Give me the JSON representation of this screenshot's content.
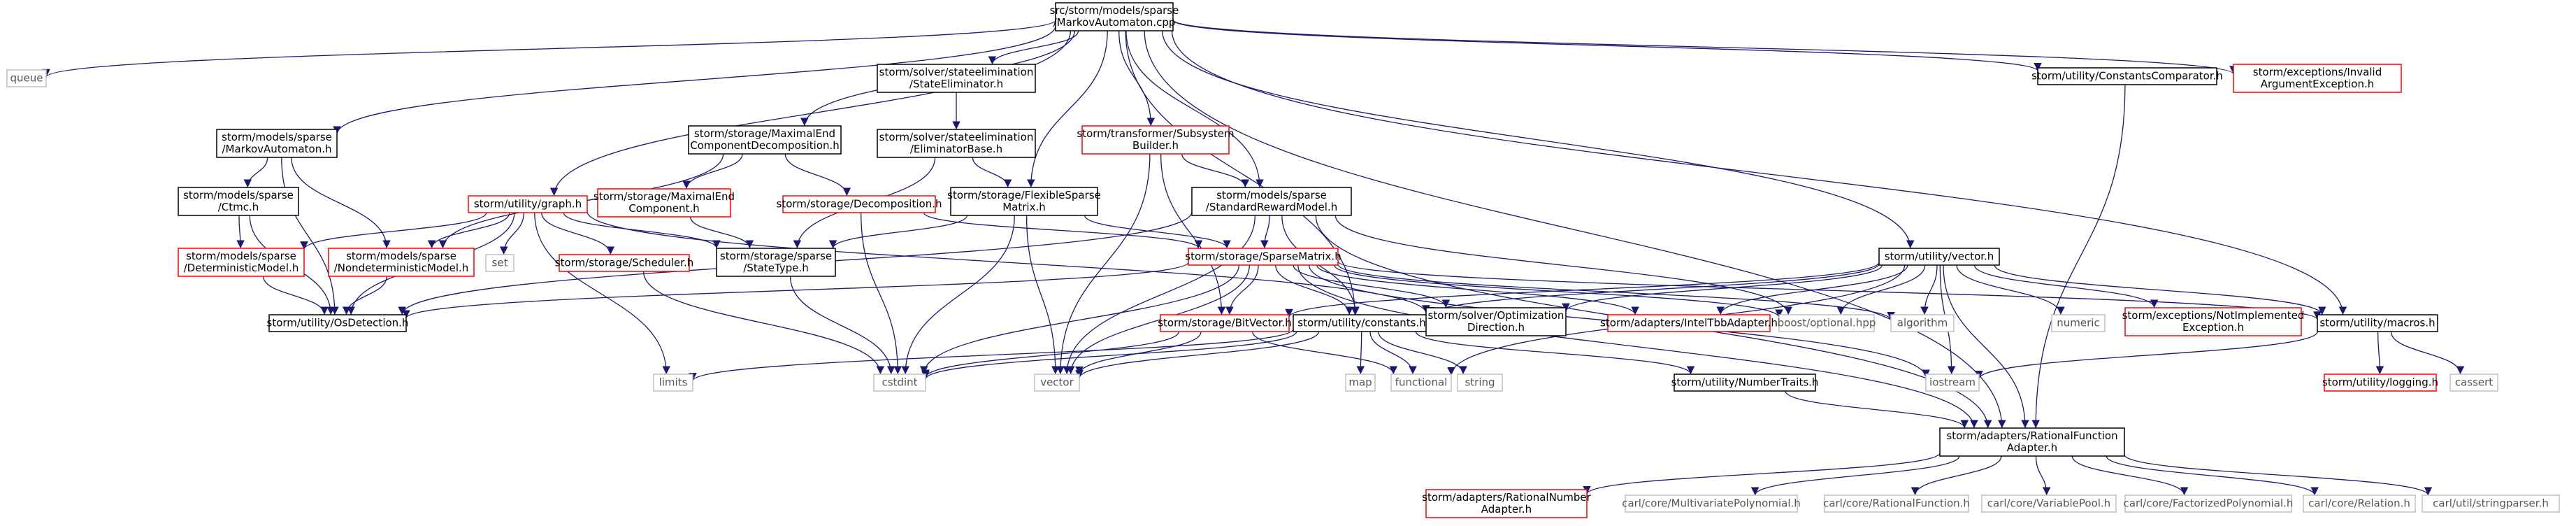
{
  "colors": {
    "edge": "#191970",
    "root_fill": "#bfbfbf",
    "root_stroke": "#000000",
    "documented_stroke": "#000000",
    "undocumented_stroke": "#ff0000",
    "system_stroke": "#bfbfbf"
  },
  "nodes": {
    "root": {
      "kind": "root",
      "lines": [
        "src/storm/models/sparse",
        "/MarkovAutomaton.cpp"
      ]
    },
    "queue": {
      "kind": "system",
      "lines": [
        "queue"
      ]
    },
    "ma_h": {
      "kind": "documented",
      "lines": [
        "storm/models/sparse",
        "/MarkovAutomaton.h"
      ]
    },
    "ctmc_h": {
      "kind": "documented",
      "lines": [
        "storm/models/sparse",
        "/Ctmc.h"
      ]
    },
    "det_h": {
      "kind": "undocumented",
      "lines": [
        "storm/models/sparse",
        "/DeterministicModel.h"
      ]
    },
    "nondet_h": {
      "kind": "undocumented",
      "lines": [
        "storm/models/sparse",
        "/NondeterministicModel.h"
      ]
    },
    "os_h": {
      "kind": "documented",
      "lines": [
        "storm/utility/OsDetection.h"
      ]
    },
    "graph_h": {
      "kind": "undocumented",
      "lines": [
        "storm/utility/graph.h"
      ]
    },
    "set": {
      "kind": "system",
      "lines": [
        "set"
      ]
    },
    "scheduler_h": {
      "kind": "undocumented",
      "lines": [
        "storm/storage/Scheduler.h"
      ]
    },
    "limits": {
      "kind": "system",
      "lines": [
        "limits"
      ]
    },
    "mecd_h": {
      "kind": "documented",
      "lines": [
        "storm/storage/MaximalEnd",
        "ComponentDecomposition.h"
      ]
    },
    "mec_h": {
      "kind": "undocumented",
      "lines": [
        "storm/storage/MaximalEnd",
        "Component.h"
      ]
    },
    "decomp_h": {
      "kind": "undocumented",
      "lines": [
        "storm/storage/Decomposition.h"
      ]
    },
    "statetype_h": {
      "kind": "documented",
      "lines": [
        "storm/storage/sparse",
        "/StateType.h"
      ]
    },
    "se_h": {
      "kind": "documented",
      "lines": [
        "storm/solver/stateelimination",
        "/StateEliminator.h"
      ]
    },
    "eb_h": {
      "kind": "documented",
      "lines": [
        "storm/solver/stateelimination",
        "/EliminatorBase.h"
      ]
    },
    "fsm_h": {
      "kind": "documented",
      "lines": [
        "storm/storage/FlexibleSparse",
        "Matrix.h"
      ]
    },
    "sb_h": {
      "kind": "undocumented",
      "lines": [
        "storm/transformer/Subsystem",
        "Builder.h"
      ]
    },
    "srm_h": {
      "kind": "documented",
      "lines": [
        "storm/models/sparse",
        "/StandardRewardModel.h"
      ]
    },
    "sm_h": {
      "kind": "undocumented",
      "lines": [
        "storm/storage/SparseMatrix.h"
      ]
    },
    "bv_h": {
      "kind": "undocumented",
      "lines": [
        "storm/storage/BitVector.h"
      ]
    },
    "const_h": {
      "kind": "documented",
      "lines": [
        "storm/utility/constants.h"
      ]
    },
    "optdir_h": {
      "kind": "documented",
      "lines": [
        "storm/solver/Optimization",
        "Direction.h"
      ]
    },
    "tbb_h": {
      "kind": "undocumented",
      "lines": [
        "storm/adapters/IntelTbbAdapter.h"
      ]
    },
    "boostopt": {
      "kind": "system",
      "lines": [
        "boost/optional.hpp"
      ]
    },
    "algorithm": {
      "kind": "system",
      "lines": [
        "algorithm"
      ]
    },
    "vec_h": {
      "kind": "documented",
      "lines": [
        "storm/utility/vector.h"
      ]
    },
    "numeric": {
      "kind": "system",
      "lines": [
        "numeric"
      ]
    },
    "notimpl_h": {
      "kind": "undocumented",
      "lines": [
        "storm/exceptions/NotImplemented",
        "Exception.h"
      ]
    },
    "macros_h": {
      "kind": "documented",
      "lines": [
        "storm/utility/macros.h"
      ]
    },
    "logging_h": {
      "kind": "undocumented",
      "lines": [
        "storm/utility/logging.h"
      ]
    },
    "cassert": {
      "kind": "system",
      "lines": [
        "cassert"
      ]
    },
    "cc_h": {
      "kind": "documented",
      "lines": [
        "storm/utility/ConstantsComparator.h"
      ]
    },
    "iae_h": {
      "kind": "undocumented",
      "lines": [
        "storm/exceptions/Invalid",
        "ArgumentException.h"
      ]
    },
    "cstdint": {
      "kind": "system",
      "lines": [
        "cstdint"
      ]
    },
    "vector": {
      "kind": "system",
      "lines": [
        "vector"
      ]
    },
    "map": {
      "kind": "system",
      "lines": [
        "map"
      ]
    },
    "functional": {
      "kind": "system",
      "lines": [
        "functional"
      ]
    },
    "string": {
      "kind": "system",
      "lines": [
        "string"
      ]
    },
    "nt_h": {
      "kind": "documented",
      "lines": [
        "storm/utility/NumberTraits.h"
      ]
    },
    "iostream": {
      "kind": "system",
      "lines": [
        "iostream"
      ]
    },
    "rfa_h": {
      "kind": "documented",
      "lines": [
        "storm/adapters/RationalFunction",
        "Adapter.h"
      ]
    },
    "rna_h": {
      "kind": "undocumented",
      "lines": [
        "storm/adapters/RationalNumber",
        "Adapter.h"
      ]
    },
    "mvp_h": {
      "kind": "system",
      "lines": [
        "carl/core/MultivariatePolynomial.h"
      ]
    },
    "rf_h": {
      "kind": "system",
      "lines": [
        "carl/core/RationalFunction.h"
      ]
    },
    "vp_h": {
      "kind": "system",
      "lines": [
        "carl/core/VariablePool.h"
      ]
    },
    "fp_h": {
      "kind": "system",
      "lines": [
        "carl/core/FactorizedPolynomial.h"
      ]
    },
    "rel_h": {
      "kind": "system",
      "lines": [
        "carl/core/Relation.h"
      ]
    },
    "sp_h": {
      "kind": "system",
      "lines": [
        "carl/util/stringparser.h"
      ]
    }
  },
  "edges": [
    [
      "root",
      "queue"
    ],
    [
      "root",
      "ma_h"
    ],
    [
      "root",
      "graph_h"
    ],
    [
      "root",
      "mecd_h"
    ],
    [
      "root",
      "se_h"
    ],
    [
      "root",
      "fsm_h"
    ],
    [
      "root",
      "sb_h"
    ],
    [
      "root",
      "srm_h"
    ],
    [
      "root",
      "const_h"
    ],
    [
      "root",
      "vec_h"
    ],
    [
      "root",
      "macros_h"
    ],
    [
      "root",
      "cc_h"
    ],
    [
      "root",
      "iae_h"
    ],
    [
      "root",
      "rfa_h"
    ],
    [
      "ma_h",
      "ctmc_h"
    ],
    [
      "ma_h",
      "nondet_h"
    ],
    [
      "ma_h",
      "os_h"
    ],
    [
      "ctmc_h",
      "det_h"
    ],
    [
      "ctmc_h",
      "os_h"
    ],
    [
      "det_h",
      "os_h"
    ],
    [
      "nondet_h",
      "os_h"
    ],
    [
      "graph_h",
      "det_h"
    ],
    [
      "graph_h",
      "nondet_h"
    ],
    [
      "graph_h",
      "os_h"
    ],
    [
      "graph_h",
      "set"
    ],
    [
      "graph_h",
      "limits"
    ],
    [
      "graph_h",
      "scheduler_h"
    ],
    [
      "graph_h",
      "statetype_h"
    ],
    [
      "graph_h",
      "optdir_h"
    ],
    [
      "scheduler_h",
      "cstdint"
    ],
    [
      "mecd_h",
      "nondet_h"
    ],
    [
      "mecd_h",
      "mec_h"
    ],
    [
      "mecd_h",
      "decomp_h"
    ],
    [
      "mec_h",
      "statetype_h"
    ],
    [
      "decomp_h",
      "cstdint"
    ],
    [
      "decomp_h",
      "sm_h"
    ],
    [
      "statetype_h",
      "cstdint"
    ],
    [
      "se_h",
      "eb_h"
    ],
    [
      "eb_h",
      "statetype_h"
    ],
    [
      "eb_h",
      "fsm_h"
    ],
    [
      "fsm_h",
      "cstdint"
    ],
    [
      "fsm_h",
      "vector"
    ],
    [
      "fsm_h",
      "statetype_h"
    ],
    [
      "fsm_h",
      "sm_h"
    ],
    [
      "sb_h",
      "vector"
    ],
    [
      "sb_h",
      "srm_h"
    ],
    [
      "sb_h",
      "bv_h"
    ],
    [
      "srm_h",
      "os_h"
    ],
    [
      "srm_h",
      "vector"
    ],
    [
      "srm_h",
      "boostopt"
    ],
    [
      "srm_h",
      "sm_h"
    ],
    [
      "srm_h",
      "const_h"
    ],
    [
      "srm_h",
      "rfa_h"
    ],
    [
      "sm_h",
      "os_h"
    ],
    [
      "sm_h",
      "cstdint"
    ],
    [
      "sm_h",
      "vector"
    ],
    [
      "sm_h",
      "bv_h"
    ],
    [
      "sm_h",
      "const_h"
    ],
    [
      "sm_h",
      "optdir_h"
    ],
    [
      "sm_h",
      "tbb_h"
    ],
    [
      "sm_h",
      "boostopt"
    ],
    [
      "sm_h",
      "algorithm"
    ],
    [
      "sm_h",
      "iostream"
    ],
    [
      "sm_h",
      "macros_h"
    ],
    [
      "sm_h",
      "rfa_h"
    ],
    [
      "bv_h",
      "cstdint"
    ],
    [
      "bv_h",
      "vector"
    ],
    [
      "bv_h",
      "functional"
    ],
    [
      "const_h",
      "limits"
    ],
    [
      "const_h",
      "cstdint"
    ],
    [
      "const_h",
      "vector"
    ],
    [
      "const_h",
      "map"
    ],
    [
      "const_h",
      "functional"
    ],
    [
      "const_h",
      "string"
    ],
    [
      "const_h",
      "nt_h"
    ],
    [
      "vec_h",
      "bv_h"
    ],
    [
      "vec_h",
      "const_h"
    ],
    [
      "vec_h",
      "optdir_h"
    ],
    [
      "vec_h",
      "tbb_h"
    ],
    [
      "vec_h",
      "boostopt"
    ],
    [
      "vec_h",
      "algorithm"
    ],
    [
      "vec_h",
      "numeric"
    ],
    [
      "vec_h",
      "notimpl_h"
    ],
    [
      "vec_h",
      "macros_h"
    ],
    [
      "vec_h",
      "iostream"
    ],
    [
      "vec_h",
      "functional"
    ],
    [
      "vec_h",
      "rfa_h"
    ],
    [
      "macros_h",
      "logging_h"
    ],
    [
      "macros_h",
      "cassert"
    ],
    [
      "macros_h",
      "iostream"
    ],
    [
      "cc_h",
      "rfa_h"
    ],
    [
      "nt_h",
      "rfa_h"
    ],
    [
      "rfa_h",
      "rna_h"
    ],
    [
      "rfa_h",
      "mvp_h"
    ],
    [
      "rfa_h",
      "rf_h"
    ],
    [
      "rfa_h",
      "vp_h"
    ],
    [
      "rfa_h",
      "fp_h"
    ],
    [
      "rfa_h",
      "rel_h"
    ],
    [
      "rfa_h",
      "sp_h"
    ]
  ]
}
